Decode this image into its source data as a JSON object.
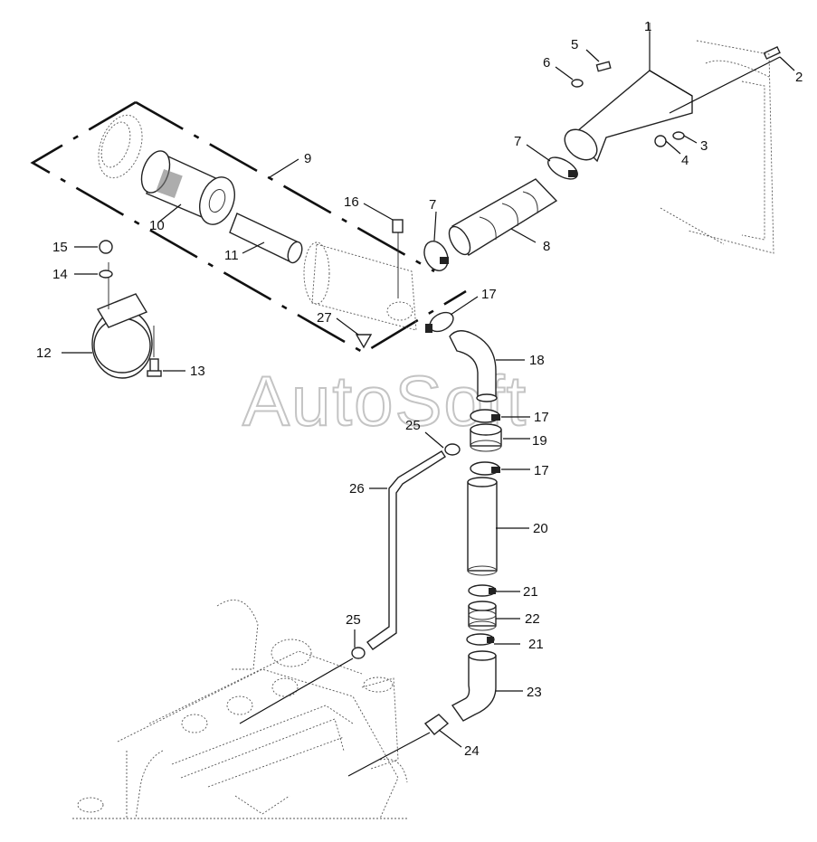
{
  "watermark": "AutoSoft",
  "callouts": [
    "1",
    "2",
    "3",
    "4",
    "5",
    "6",
    "7",
    "7",
    "8",
    "9",
    "10",
    "11",
    "12",
    "13",
    "14",
    "15",
    "16",
    "17",
    "17",
    "17",
    "18",
    "19",
    "20",
    "21",
    "21",
    "22",
    "23",
    "24",
    "25",
    "25",
    "26",
    "27"
  ]
}
